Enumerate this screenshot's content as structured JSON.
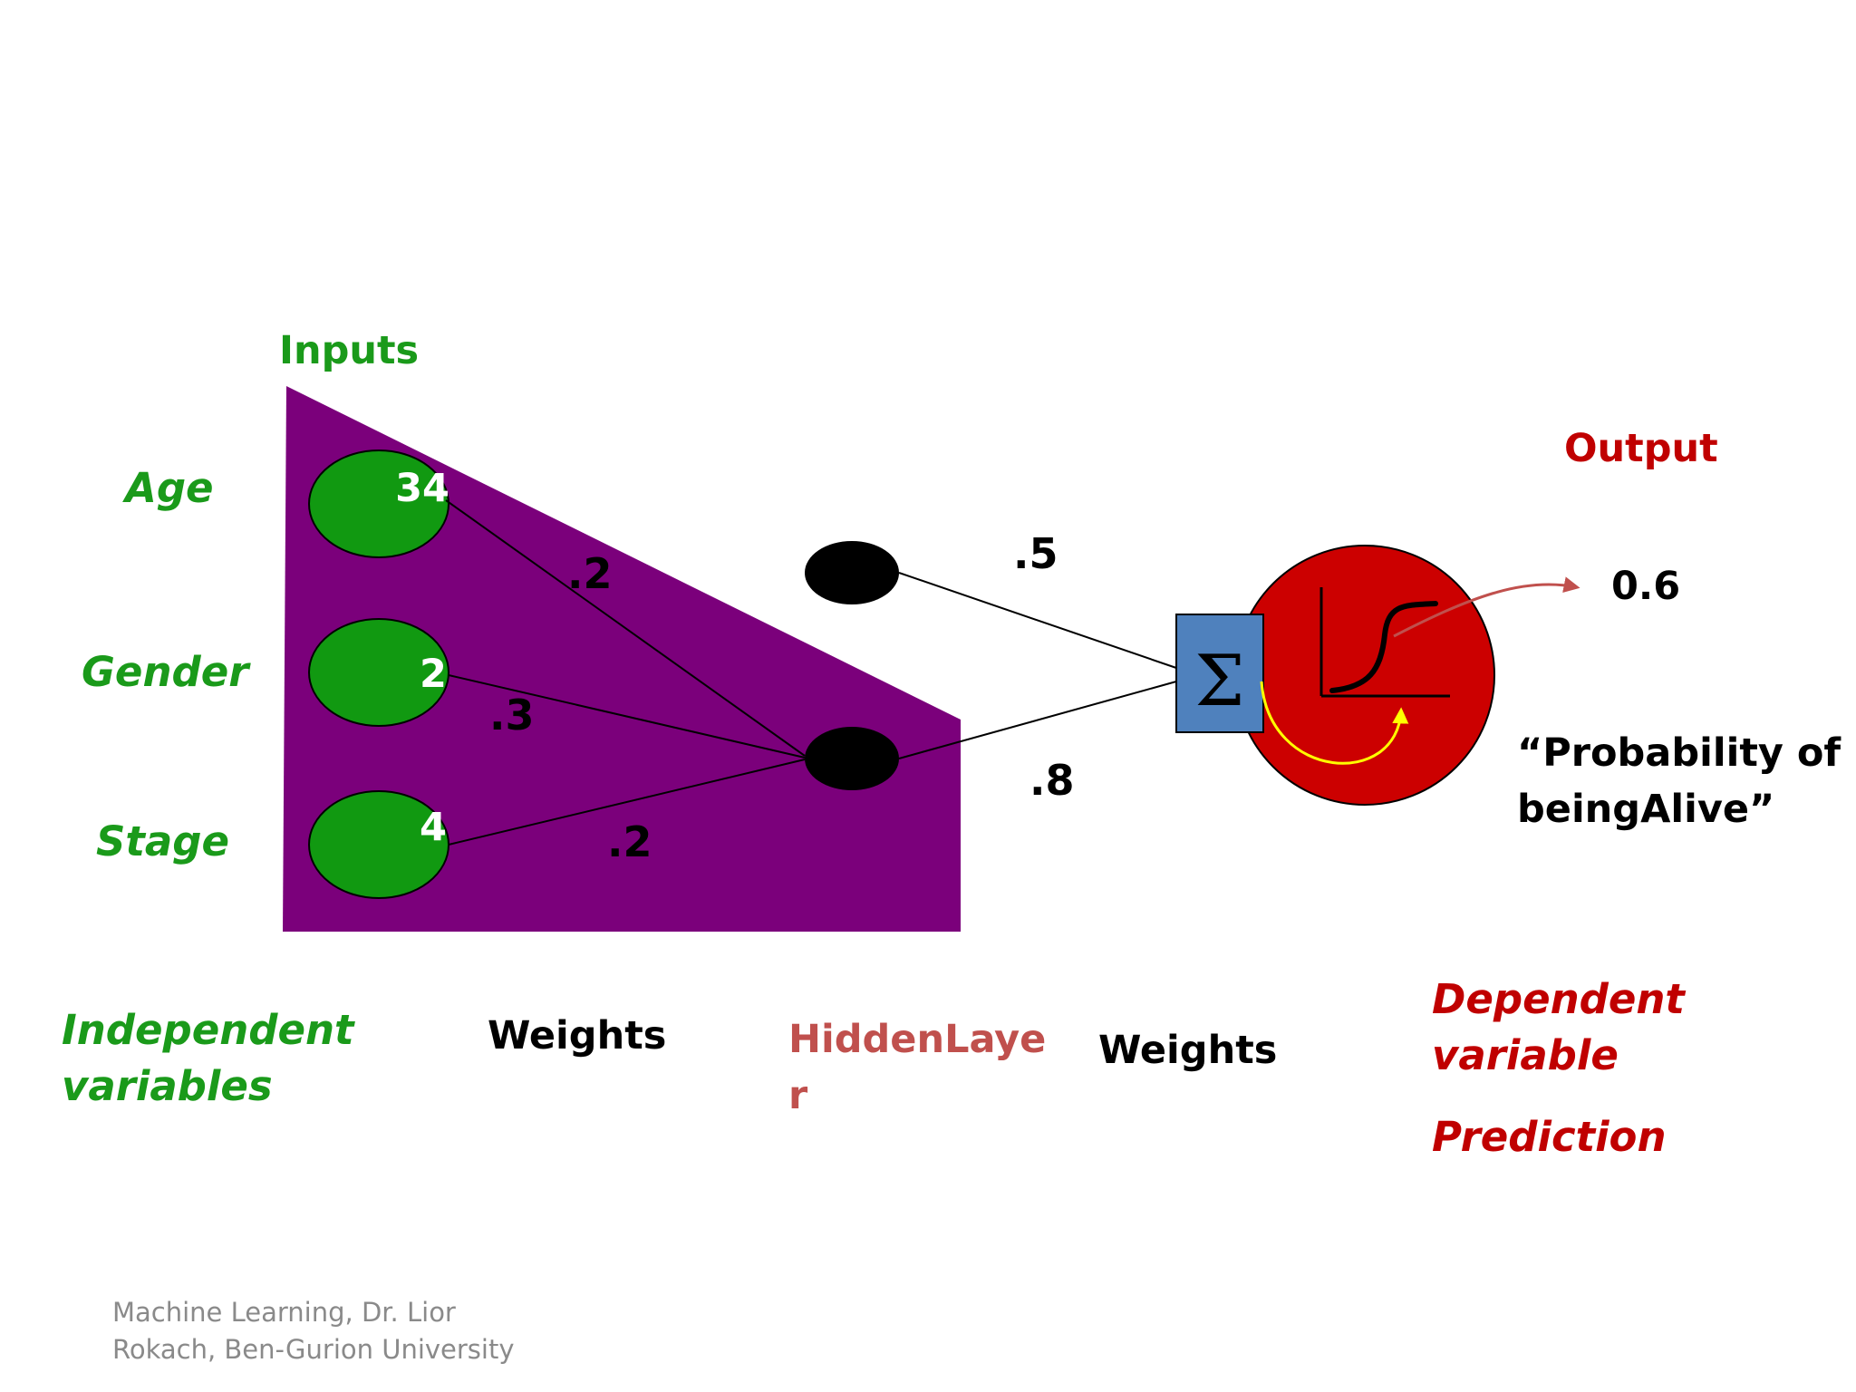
{
  "inputs_title": "Inputs",
  "input_labels": {
    "age": "Age",
    "gender": "Gender",
    "stage": "Stage"
  },
  "input_values": {
    "age": "34",
    "gender": "2",
    "stage": "4"
  },
  "input_weights": {
    "age": ".2",
    "gender": ".3",
    "stage": ".2"
  },
  "hidden_weights": {
    "top": ".5",
    "bottom": ".8"
  },
  "sum_symbol": "Σ",
  "output_title": "Output",
  "output_value": "0.6",
  "output_caption": {
    "line1": "“Probability of",
    "line2": "beingAlive”"
  },
  "bottom_labels": {
    "independent_line1": "Independent",
    "independent_line2": "variables",
    "weights_left": "Weights",
    "hidden_line1": "HiddenLaye",
    "hidden_line2": "r",
    "weights_right": "Weights",
    "dependent_line1": "Dependent",
    "dependent_line2": "variable",
    "prediction": "Prediction"
  },
  "footer": {
    "line1": "Machine Learning, Dr. Lior",
    "line2": "Rokach, Ben-Gurion University"
  },
  "colors": {
    "purple_region": "#7b007b",
    "input_node": "#119911",
    "hidden_node": "#000000",
    "output_node": "#cc0000",
    "sum_box": "#4f81bd",
    "green_text": "#1a9a1a",
    "red_text": "#c00000",
    "rose_text": "#c0504d",
    "yellow_arrow": "#ffff00"
  }
}
